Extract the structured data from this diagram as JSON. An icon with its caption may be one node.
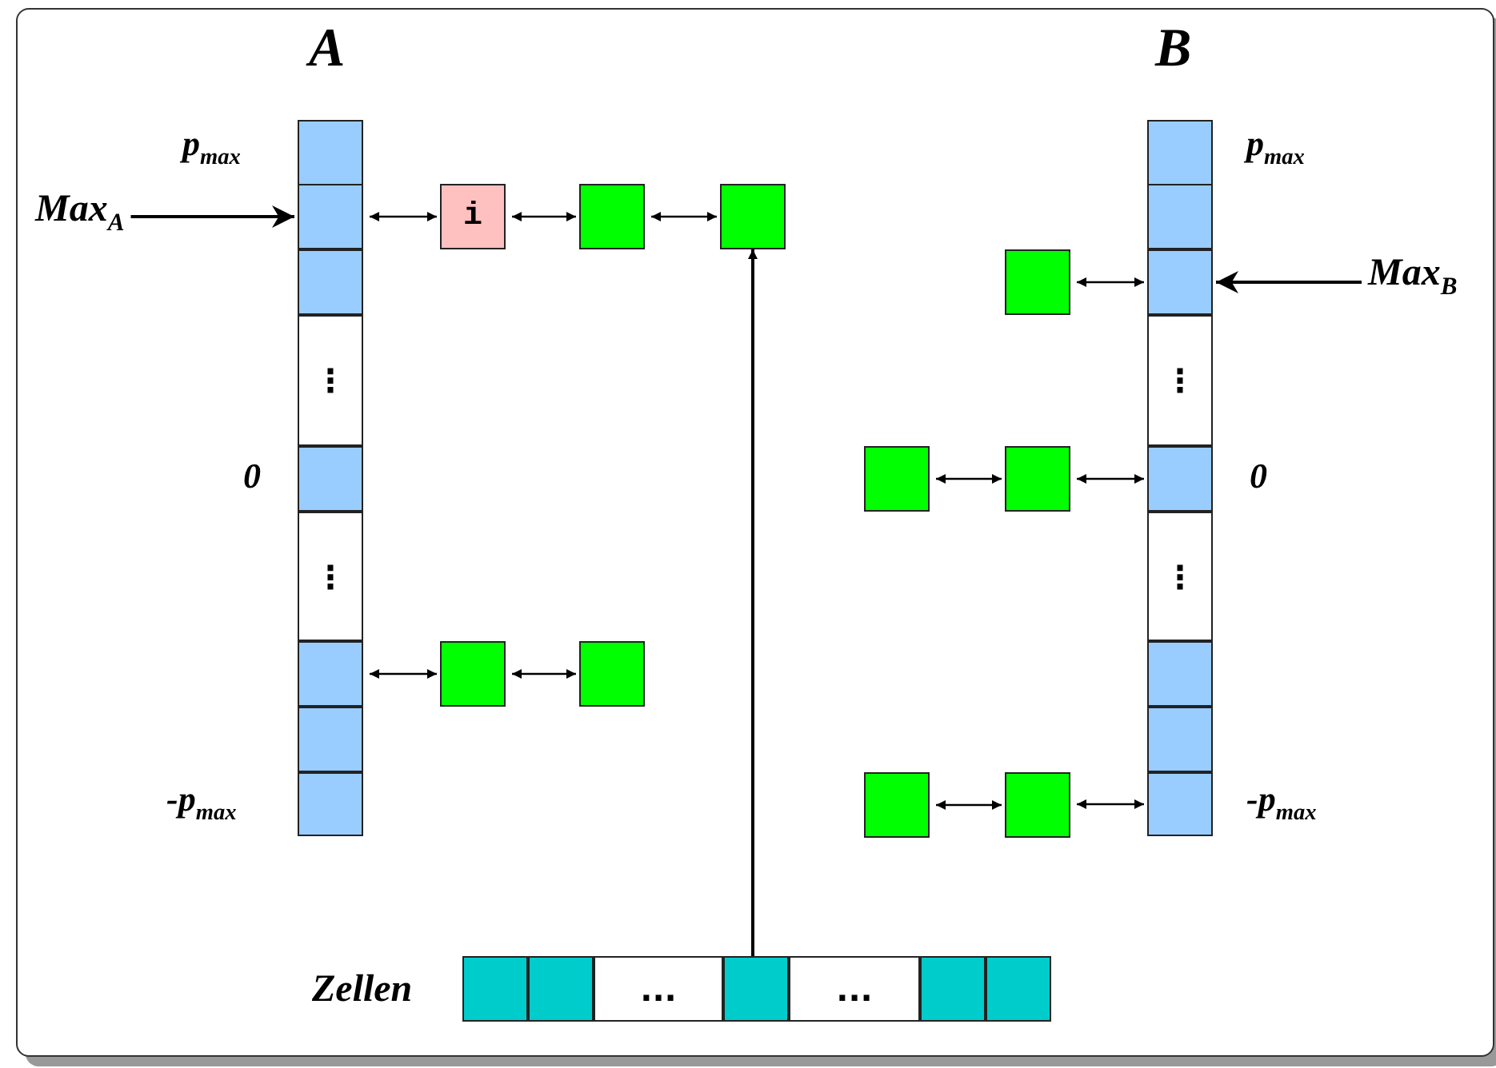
{
  "diagram": {
    "nodes": [
      {
        "text": [],
        "shape": "box",
        "beside": [
          "p$_{max}$"
        ]
      },
      {
        "text": [],
        "shape": "box"
      },
      {
        "text": [],
        "shape": "box"
      },
      {
        "text": [
          "⋮"
        ]
      },
      {
        "text": [],
        "shape": "box",
        "beside": [
          "0"
        ]
      },
      {
        "text": [
          "⋮"
        ]
      },
      {
        "text": [],
        "shape": "box"
      },
      {
        "text": [],
        "shape": "box"
      },
      {
        "text": [],
        "shape": "box",
        "beside": [
          "-p$_{max}$"
        ]
      },
      {
        "text": [
          "Max$_{A}$"
        ]
      },
      {
        "text": [
          "i"
        ]
      },
      {
        "text": [],
        "shape": "box"
      },
      {
        "text": [],
        "shape": "box"
      },
      {
        "text": [],
        "shape": "box"
      },
      {
        "text": [],
        "shape": "box"
      },
      {
        "text": [],
        "shape": "box",
        "beside": [
          "p$_{max}$"
        ]
      },
      {
        "text": [],
        "shape": "box"
      },
      {
        "text": [],
        "shape": "box"
      },
      {
        "text": [
          "⋮"
        ]
      },
      {
        "text": [],
        "shape": "box",
        "beside": [
          "0"
        ]
      },
      {
        "text": [
          "⋮"
        ]
      },
      {
        "text": [],
        "shape": "box"
      },
      {
        "text": [],
        "shape": "box"
      },
      {
        "text": [],
        "shape": "box",
        "beside": [
          "-p$_{max}$"
        ]
      },
      {
        "text": [
          "Max$_{B}$"
        ]
      },
      {
        "text": [],
        "shape": "box"
      },
      {
        "text": [],
        "shape": "box"
      },
      {
        "text": [],
        "shape": "box"
      },
      {
        "text": [],
        "shape": "box"
      },
      {
        "text": [],
        "shape": "box"
      },
      {
        "text": [],
        "shape": "box"
      },
      {
        "text": [],
        "shape": "box"
      },
      {
        "text": [
          "..."
        ]
      },
      {
        "text": [],
        "shape": "box"
      },
      {
        "text": [
          "..."
        ]
      },
      {
        "text": [],
        "shape": "box"
      },
      {
        "text": [],
        "shape": "box"
      }
    ],
    "edges": [
      {
        "from": 9,
        "to": 1,
        "arrow": "to"
      },
      {
        "from": 1,
        "to": 10,
        "arrow": "both"
      },
      {
        "from": 10,
        "to": 11,
        "arrow": "both"
      },
      {
        "from": 11,
        "to": 12,
        "arrow": "both"
      },
      {
        "from": 33,
        "to": 12,
        "arrow": "to"
      },
      {
        "from": 6,
        "to": 13,
        "arrow": "both"
      },
      {
        "from": 13,
        "to": 14,
        "arrow": "both"
      },
      {
        "from": 24,
        "to": 17,
        "arrow": "to"
      },
      {
        "from": 25,
        "to": 17,
        "arrow": "both"
      },
      {
        "from": 26,
        "to": 27,
        "arrow": "both"
      },
      {
        "from": 27,
        "to": 19,
        "arrow": "both"
      },
      {
        "from": 28,
        "to": 29,
        "arrow": "both"
      },
      {
        "from": 29,
        "to": 23,
        "arrow": "both"
      }
    ],
    "labels": [
      "A",
      "B",
      "Zellen"
    ]
  }
}
